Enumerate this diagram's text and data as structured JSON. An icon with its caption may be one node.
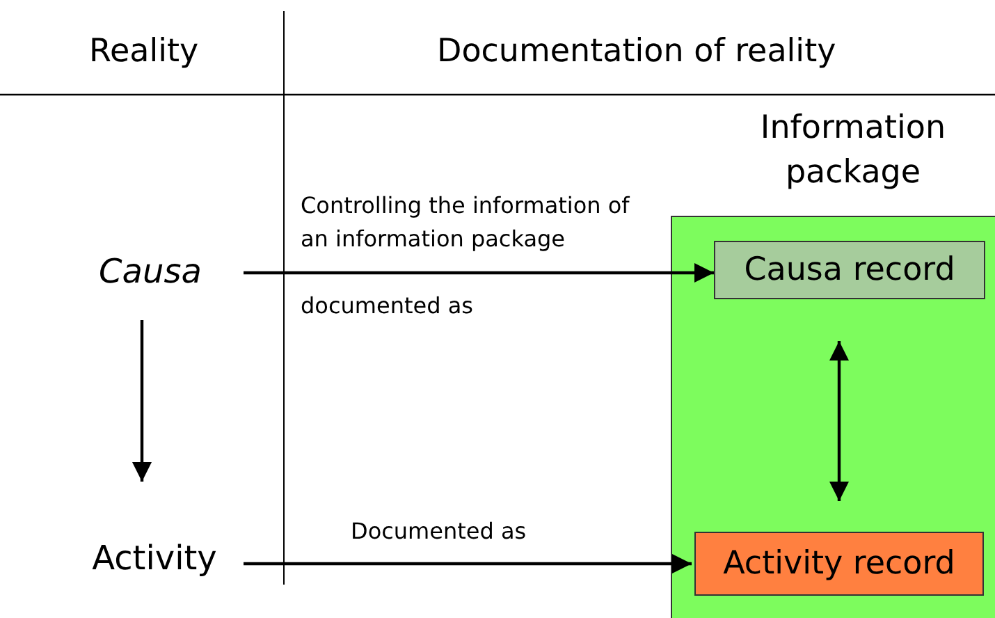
{
  "diagram": {
    "nodes": [
      {
        "text": [
          "Causa"
        ]
      },
      {
        "text": [
          "Activity"
        ]
      },
      {
        "text": [
          "Information package"
        ]
      },
      {
        "text": [
          "Causa record"
        ],
        "in": 2
      },
      {
        "text": [
          "Activity record"
        ],
        "in": 2
      }
    ],
    "edges": [
      {
        "from": 0,
        "to": 3,
        "arrow": "to",
        "label": "documented as"
      },
      {
        "from": 0,
        "to": 1,
        "arrow": "to"
      },
      {
        "from": 1,
        "to": 4,
        "arrow": "to",
        "label": "Documented as"
      },
      {
        "from": 3,
        "to": 4,
        "arrow": "both"
      }
    ],
    "labels": [
      "Reality",
      "Documentation of reality",
      "Controlling the information of an information package"
    ]
  }
}
